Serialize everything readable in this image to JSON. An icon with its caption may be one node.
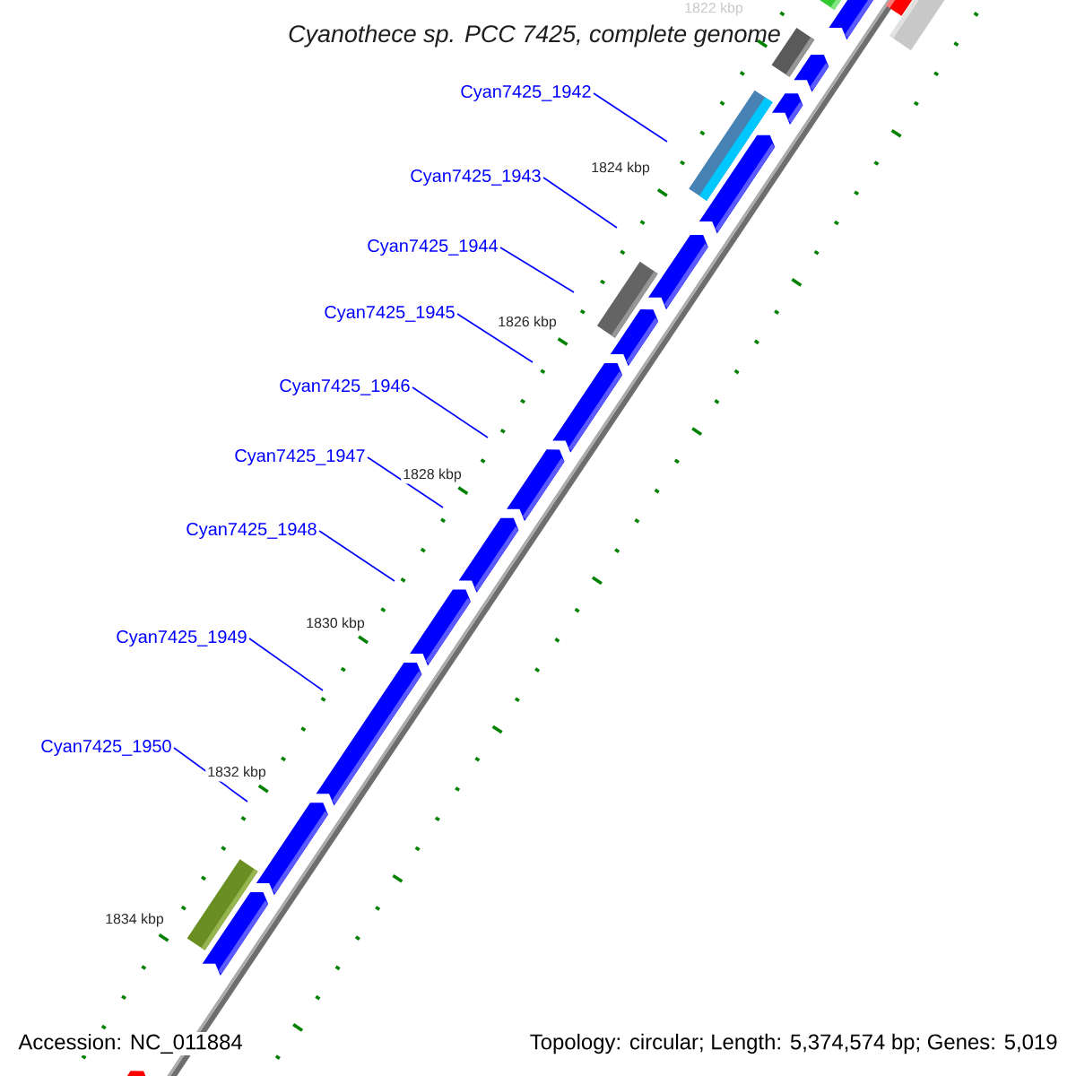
{
  "diagram": {
    "title": "Cyanothece sp. PCC 7425, complete genome",
    "nodes": [
      {
        "text": [
          "Cyan7425_1942"
        ]
      },
      {
        "text": [
          "Cyan7425_1943"
        ]
      },
      {
        "text": [
          "Cyan7425_1944"
        ]
      },
      {
        "text": [
          "Cyan7425_1945"
        ]
      },
      {
        "text": [
          "Cyan7425_1946"
        ]
      },
      {
        "text": [
          "Cyan7425_1947"
        ]
      },
      {
        "text": [
          "Cyan7425_1948"
        ]
      },
      {
        "text": [
          "Cyan7425_1949"
        ]
      },
      {
        "text": [
          "Cyan7425_1950"
        ]
      }
    ],
    "edges": [
      {
        "from": 0,
        "to": null,
        "arrow": "none"
      },
      {
        "from": 1,
        "to": null,
        "arrow": "none"
      },
      {
        "from": 2,
        "to": null,
        "arrow": "none"
      },
      {
        "from": 3,
        "to": null,
        "arrow": "none"
      },
      {
        "from": 4,
        "to": null,
        "arrow": "none"
      },
      {
        "from": 5,
        "to": null,
        "arrow": "none"
      },
      {
        "from": 6,
        "to": null,
        "arrow": "none"
      },
      {
        "from": 7,
        "to": null,
        "arrow": "none"
      },
      {
        "from": 8,
        "to": null,
        "arrow": "none"
      }
    ],
    "labels": [
      "1822 kbp",
      "1824 kbp",
      "1826 kbp",
      "1828 kbp",
      "1830 kbp",
      "1832 kbp",
      "1834 kbp",
      "Accession: NC_011884",
      "Topology: circular; Length: 5,374,574 bp; Genes: 5,019"
    ]
  }
}
